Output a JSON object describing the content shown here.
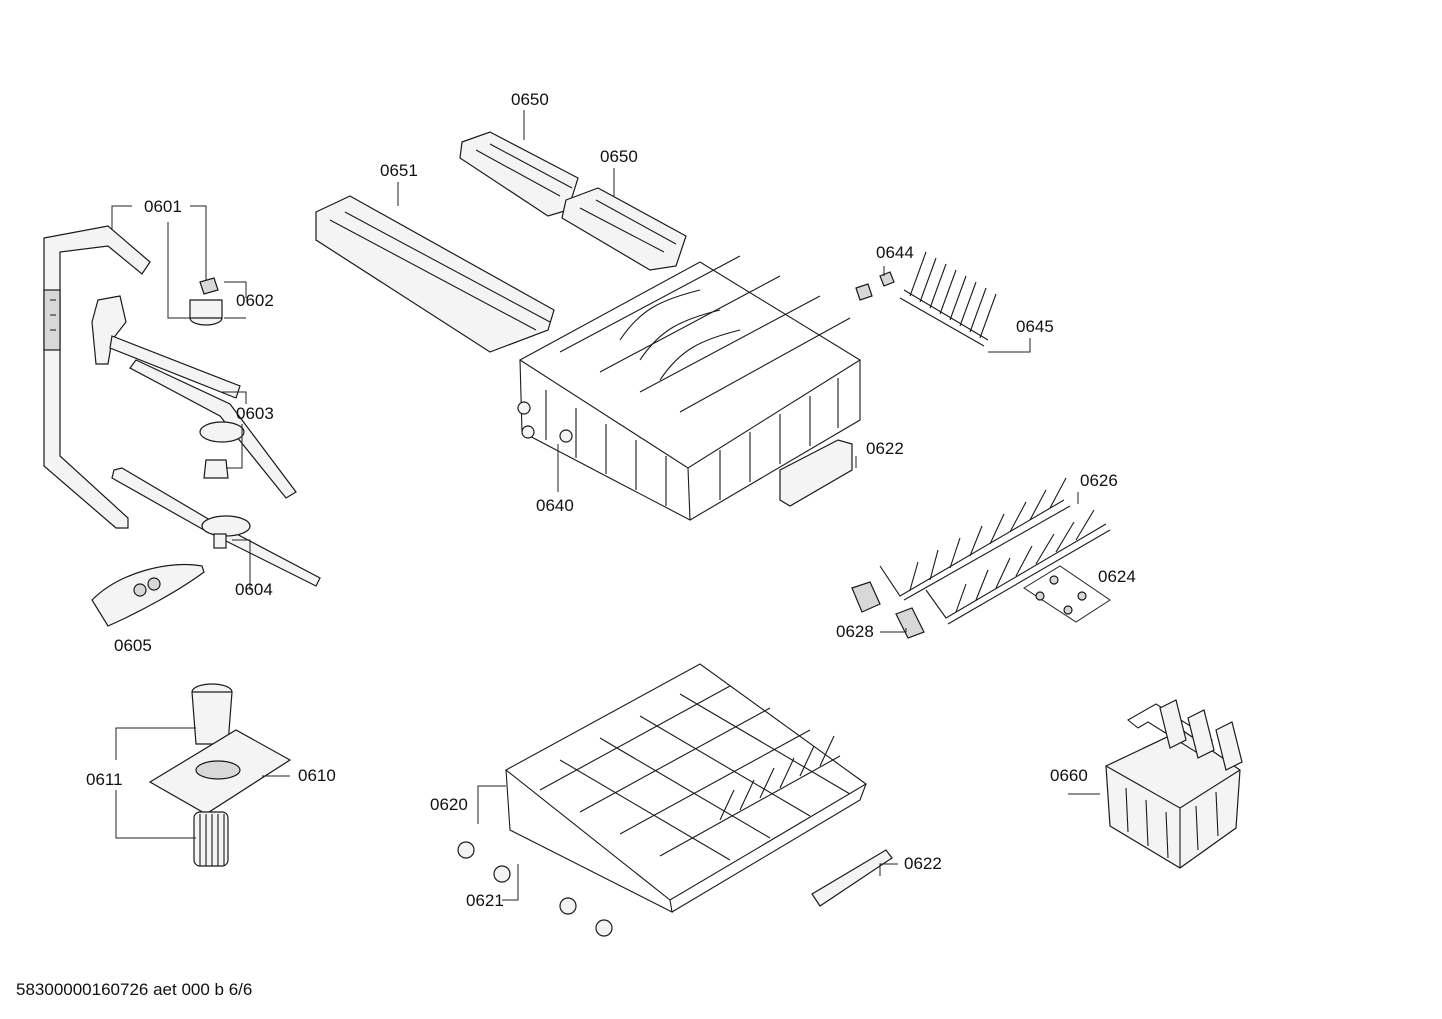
{
  "parts": [
    {
      "id": "p0650a",
      "label": "0650"
    },
    {
      "id": "p0650b",
      "label": "0650"
    },
    {
      "id": "p0651",
      "label": "0651"
    },
    {
      "id": "p0601",
      "label": "0601"
    },
    {
      "id": "p0602",
      "label": "0602"
    },
    {
      "id": "p0603",
      "label": "0603"
    },
    {
      "id": "p0604",
      "label": "0604"
    },
    {
      "id": "p0605",
      "label": "0605"
    },
    {
      "id": "p0644",
      "label": "0644"
    },
    {
      "id": "p0645",
      "label": "0645"
    },
    {
      "id": "p0622a",
      "label": "0622"
    },
    {
      "id": "p0640",
      "label": "0640"
    },
    {
      "id": "p0626",
      "label": "0626"
    },
    {
      "id": "p0624",
      "label": "0624"
    },
    {
      "id": "p0628",
      "label": "0628"
    },
    {
      "id": "p0611",
      "label": "0611"
    },
    {
      "id": "p0610",
      "label": "0610"
    },
    {
      "id": "p0620",
      "label": "0620"
    },
    {
      "id": "p0621",
      "label": "0621"
    },
    {
      "id": "p0622b",
      "label": "0622"
    },
    {
      "id": "p0660",
      "label": "0660"
    }
  ],
  "footer": {
    "doc_id": "58300000160726 aet 000 b 6/6"
  }
}
